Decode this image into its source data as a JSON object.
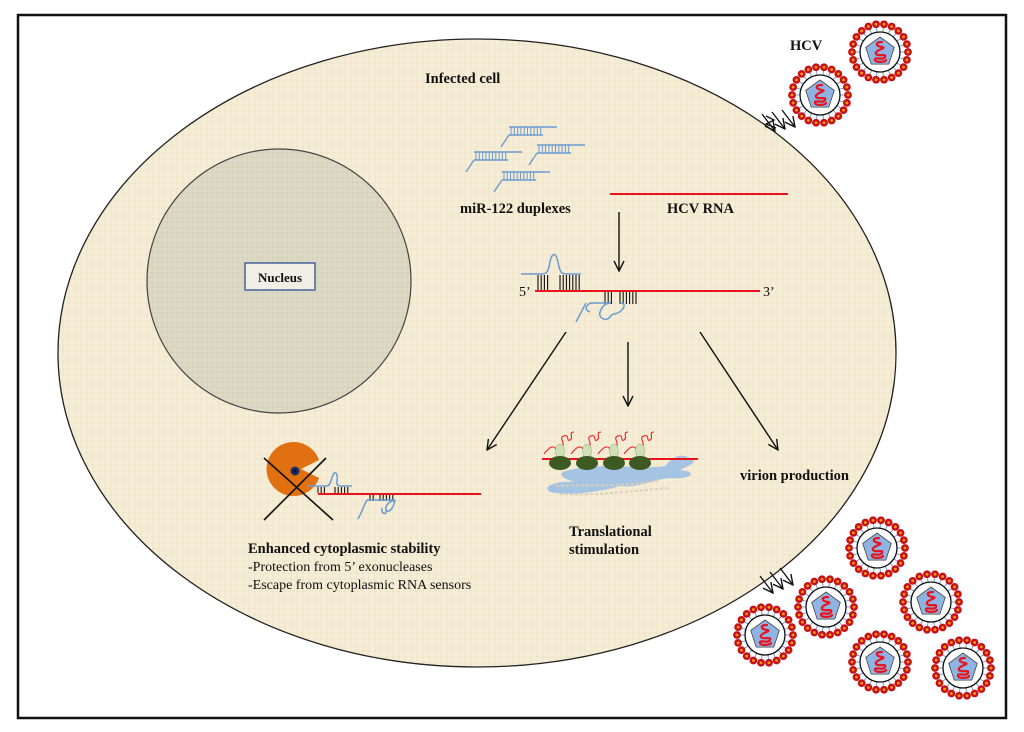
{
  "figure": {
    "title_cell": "Infected cell",
    "nucleus_label": "Nucleus",
    "virus_label": "HCV",
    "mirna_label": "miR-122 duplexes",
    "hcv_rna_label": "HCV RNA",
    "five_prime": "5’",
    "three_prime": "3’",
    "outcomes": {
      "stability": {
        "title": "Enhanced cytoplasmic stability",
        "points": [
          "-Protection from 5’ exonucleases",
          "-Escape from cytoplasmic RNA sensors"
        ]
      },
      "translation": {
        "title_line1": "Translational",
        "title_line2": "stimulation"
      },
      "virion": {
        "title": "virion production"
      }
    }
  },
  "colors": {
    "cell_fill": "#f6edd6",
    "nucleus_fill": "#dcd9c4",
    "rna_red": "#e8141c",
    "mirna_blue": "#6a9bd1",
    "exonuclease_orange": "#e07010",
    "ribosome_large": "#3d5a22",
    "ribosome_small": "#cfe0b4",
    "er_blue": "#9cbfe6",
    "virion_red": "#c8101a",
    "virion_orange": "#f5a000",
    "capsid_blue": "#8fb4e3"
  }
}
